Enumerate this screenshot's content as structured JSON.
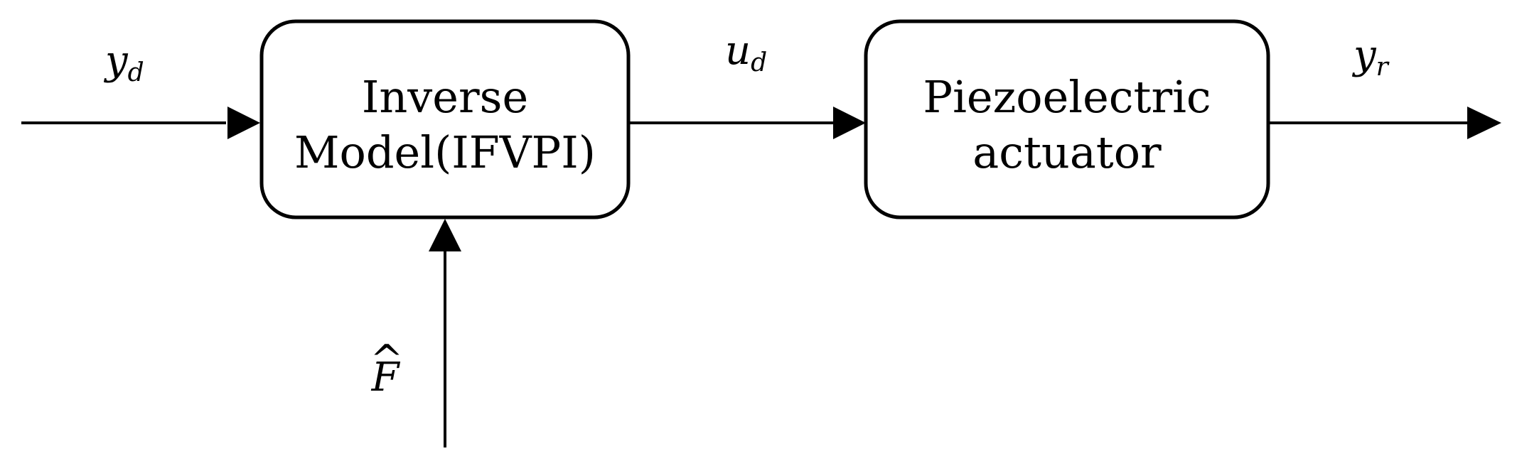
{
  "blocks": {
    "inverse_model": {
      "line1": "Inverse",
      "line2": "Model(IFVPI)"
    },
    "actuator": {
      "line1": "Piezoelectric",
      "line2": "actuator"
    }
  },
  "signals": {
    "input": {
      "symbol": "y",
      "subscript": "d"
    },
    "control": {
      "symbol": "u",
      "subscript": "d"
    },
    "output": {
      "symbol": "y",
      "subscript": "r"
    },
    "estimate": {
      "symbol": "F",
      "accent": "^"
    }
  },
  "colors": {
    "stroke": "#000000",
    "background": "#ffffff"
  }
}
